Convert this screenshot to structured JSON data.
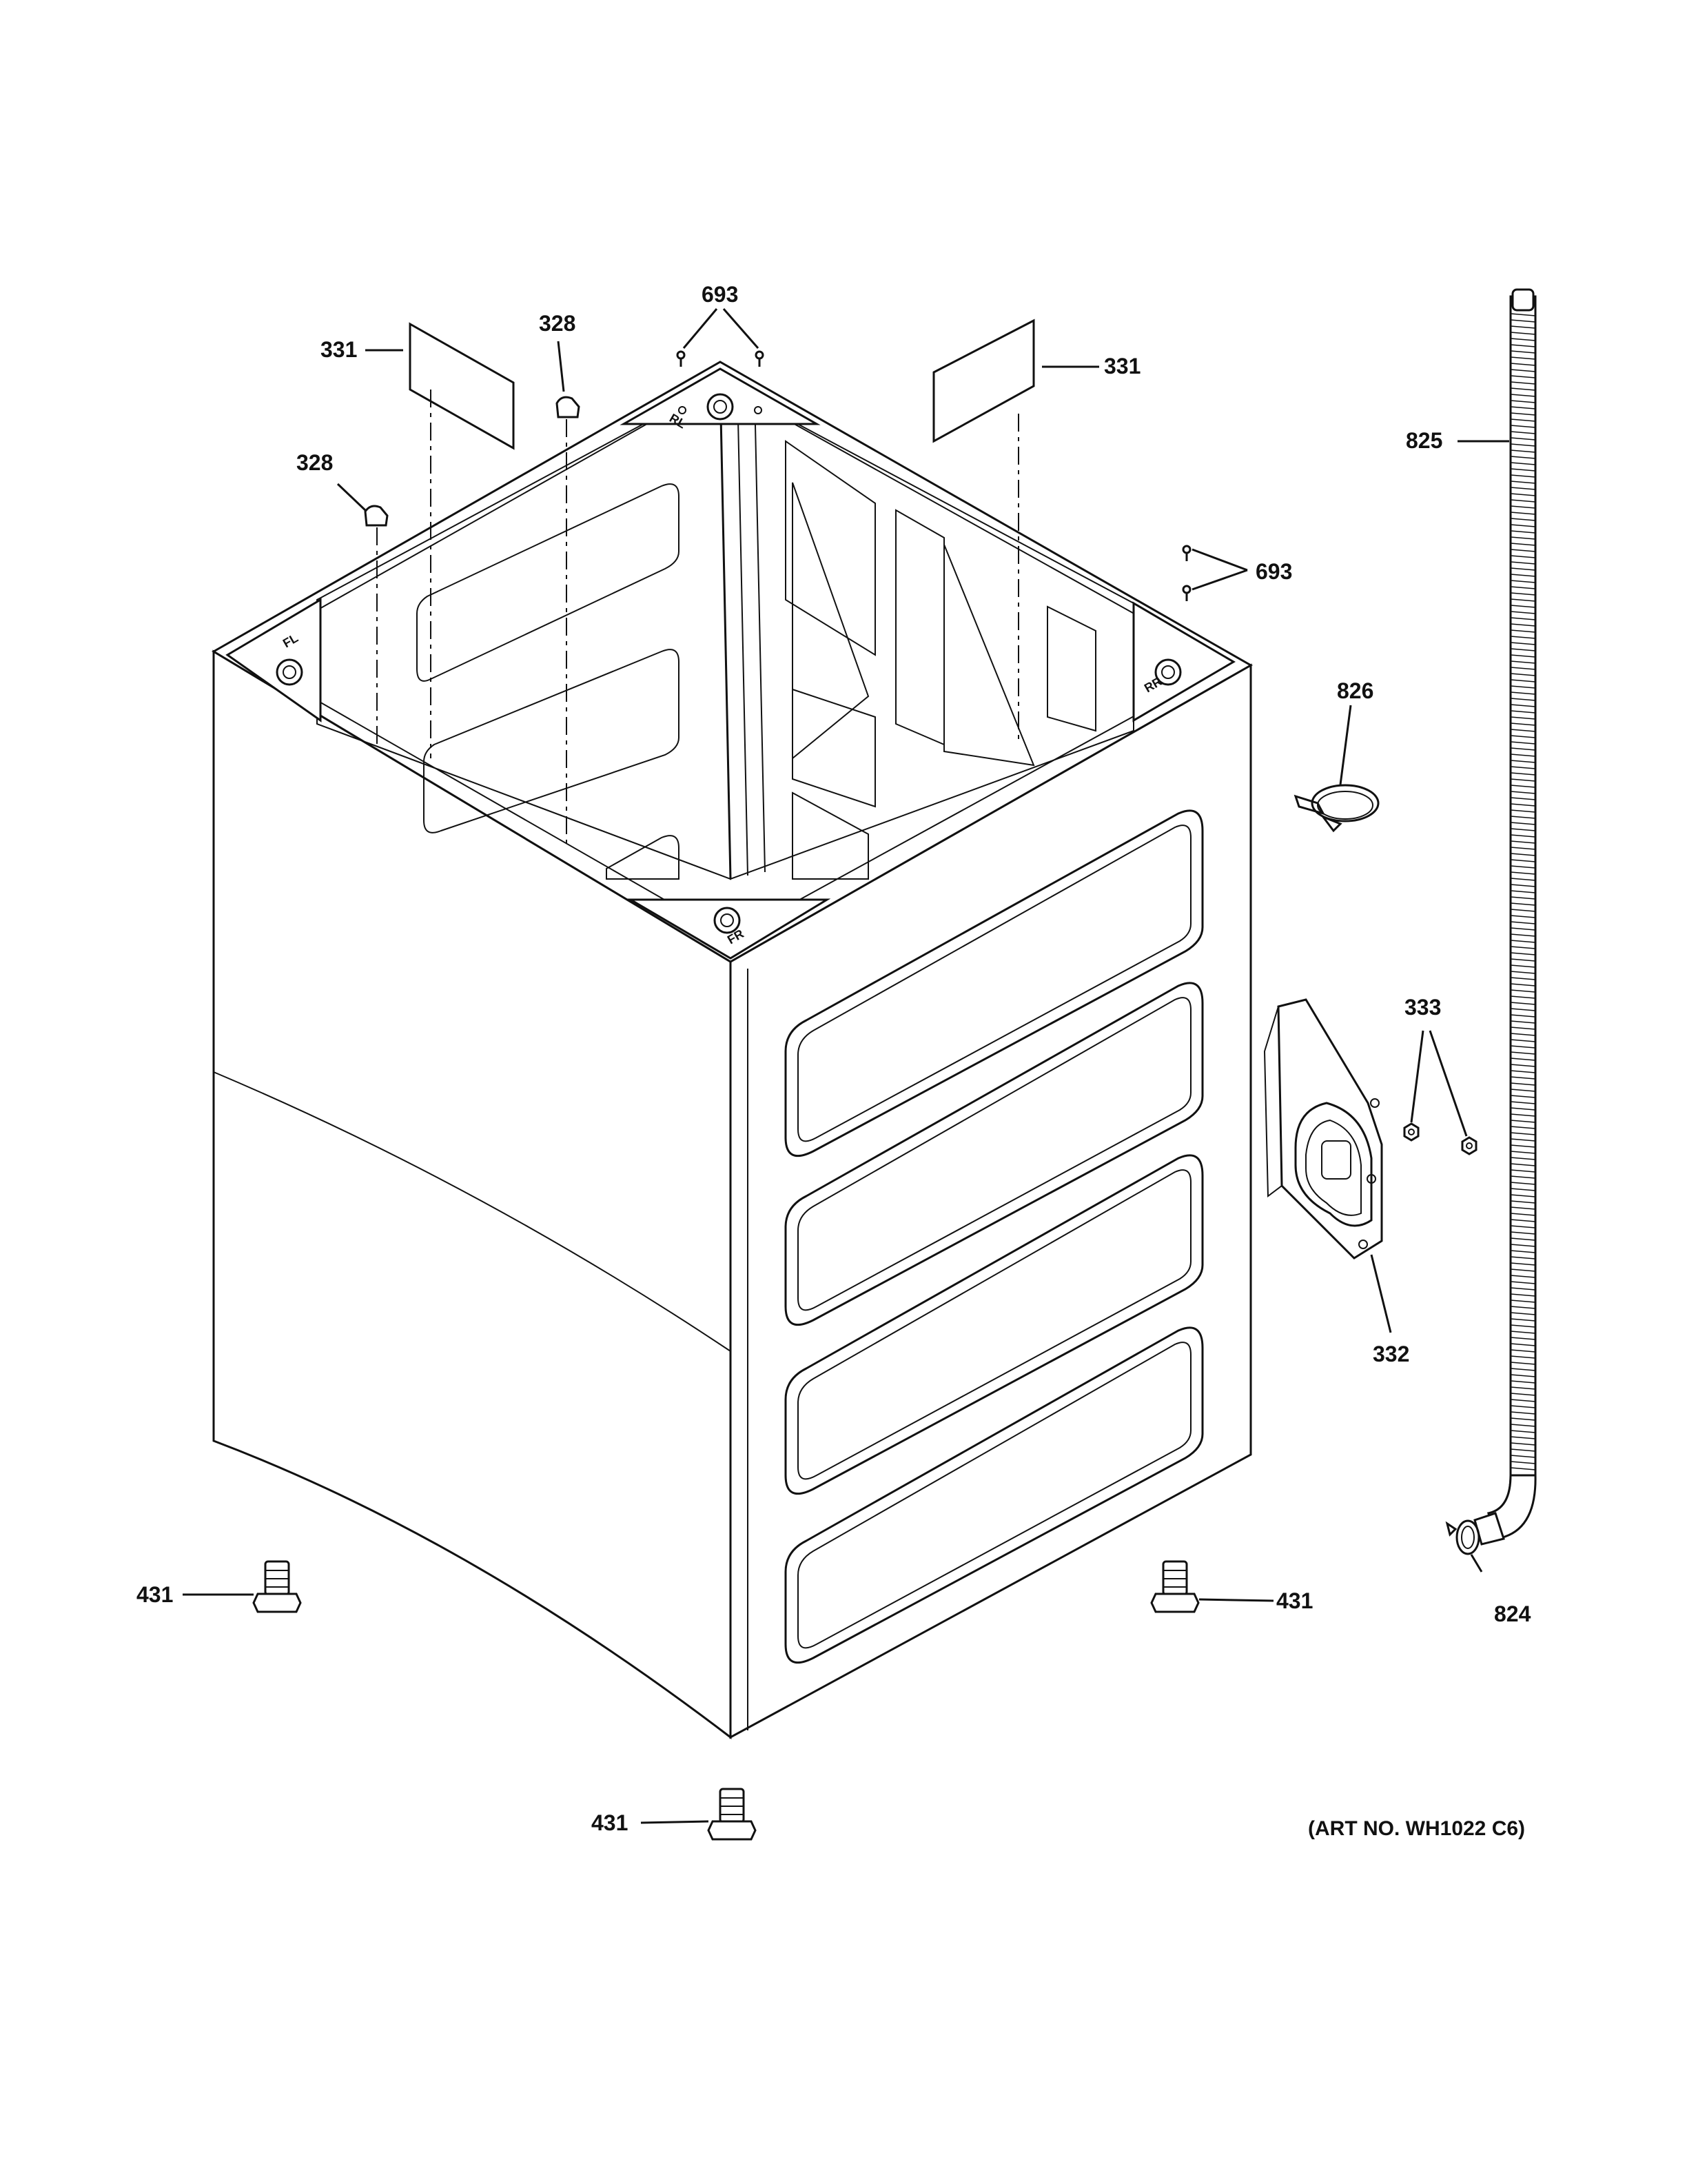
{
  "callouts": {
    "c331_left": "331",
    "c328_top": "328",
    "c693_top": "693",
    "c331_right": "331",
    "c825": "825",
    "c328_left": "328",
    "c693_right": "693",
    "c826": "826",
    "c333": "333",
    "c332": "332",
    "c824": "824",
    "c431_left": "431",
    "c431_right": "431",
    "c431_bottom": "431"
  },
  "corner_marks": {
    "rl": "RL",
    "rr": "RR",
    "fl": "FL",
    "fr": "FR"
  },
  "art_number": "(ART NO. WH1022 C6)",
  "colors": {
    "line": "#111111",
    "background": "#ffffff"
  }
}
